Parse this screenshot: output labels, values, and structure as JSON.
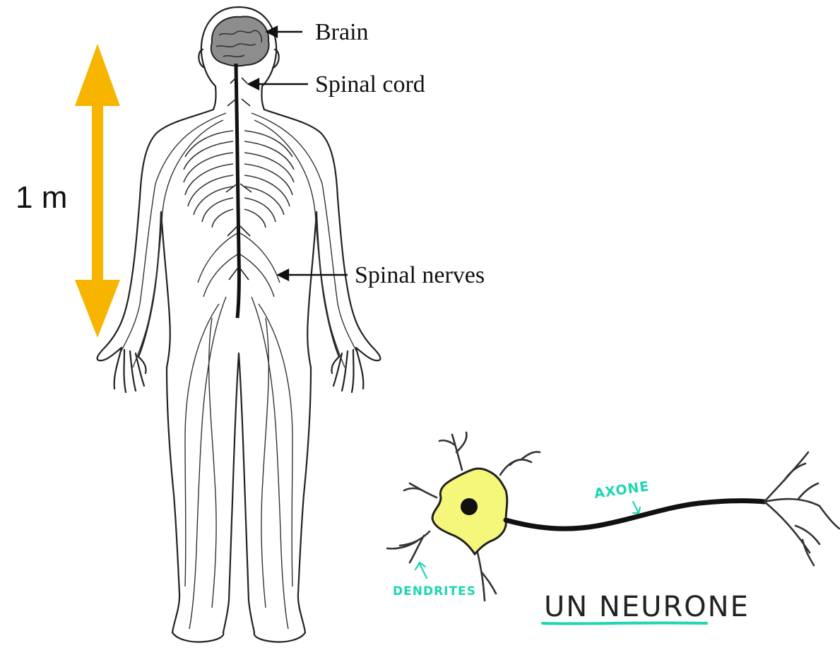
{
  "labels": {
    "brain": "Brain",
    "spinal_cord": "Spinal cord",
    "spinal_nerves": "Spinal nerves",
    "scale": "1 m",
    "axone": "Axone",
    "dendrites": "Dendrites",
    "neuron_title": "Un Neurone"
  },
  "colors": {
    "scale_arrow": "#f7b500",
    "cell_body": "#f4f77a",
    "handwriting": "#1fd6b0",
    "line_art": "#111111"
  }
}
